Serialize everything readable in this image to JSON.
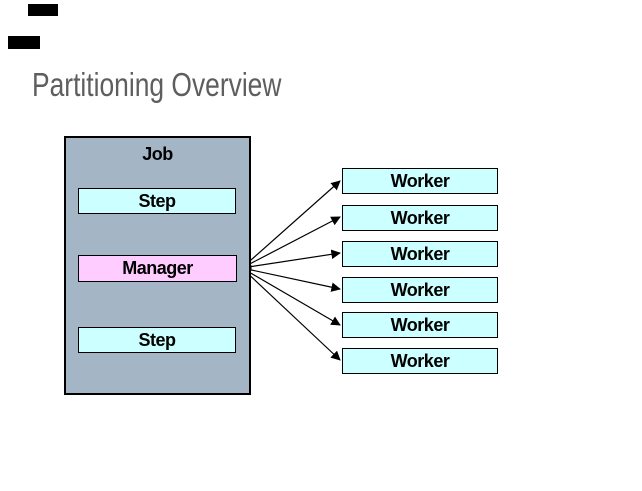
{
  "slide": {
    "title": "Partitioning Overview"
  },
  "diagram": {
    "job": {
      "label": "Job"
    },
    "step_top": {
      "label": "Step"
    },
    "manager": {
      "label": "Manager"
    },
    "step_bottom": {
      "label": "Step"
    },
    "workers": [
      {
        "label": "Worker"
      },
      {
        "label": "Worker"
      },
      {
        "label": "Worker"
      },
      {
        "label": "Worker"
      },
      {
        "label": "Worker"
      },
      {
        "label": "Worker"
      }
    ]
  },
  "colors": {
    "job_fill": "#a4b5c6",
    "step_fill": "#ccffff",
    "manager_fill": "#ffccff",
    "worker_fill": "#ccffff",
    "box_border": "#000000",
    "title_text": "#5e5e5e",
    "arrow": "#000000",
    "artifact": "#000000"
  }
}
